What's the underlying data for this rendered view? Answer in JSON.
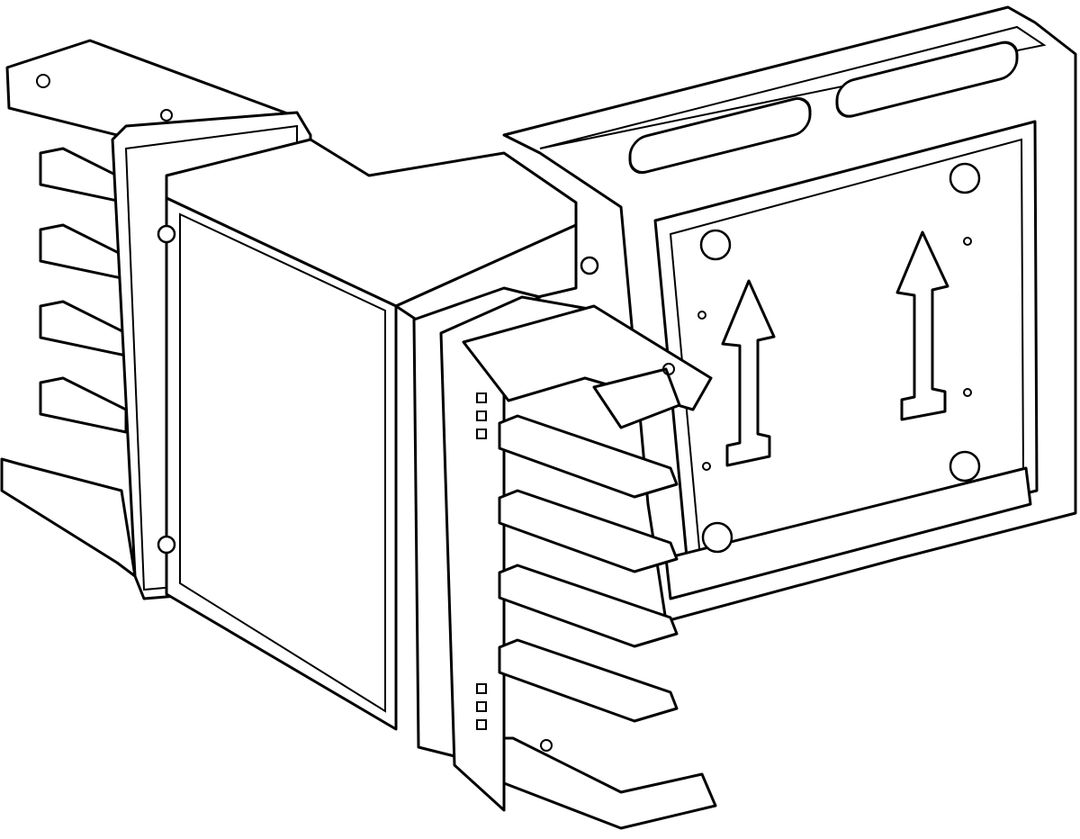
{
  "drawing": {
    "colors": {
      "stroke": "#000000",
      "fill": "#ffffff"
    },
    "front_busbar_count": 4,
    "rear_busbar_count": 4,
    "arrow_count": 2
  }
}
